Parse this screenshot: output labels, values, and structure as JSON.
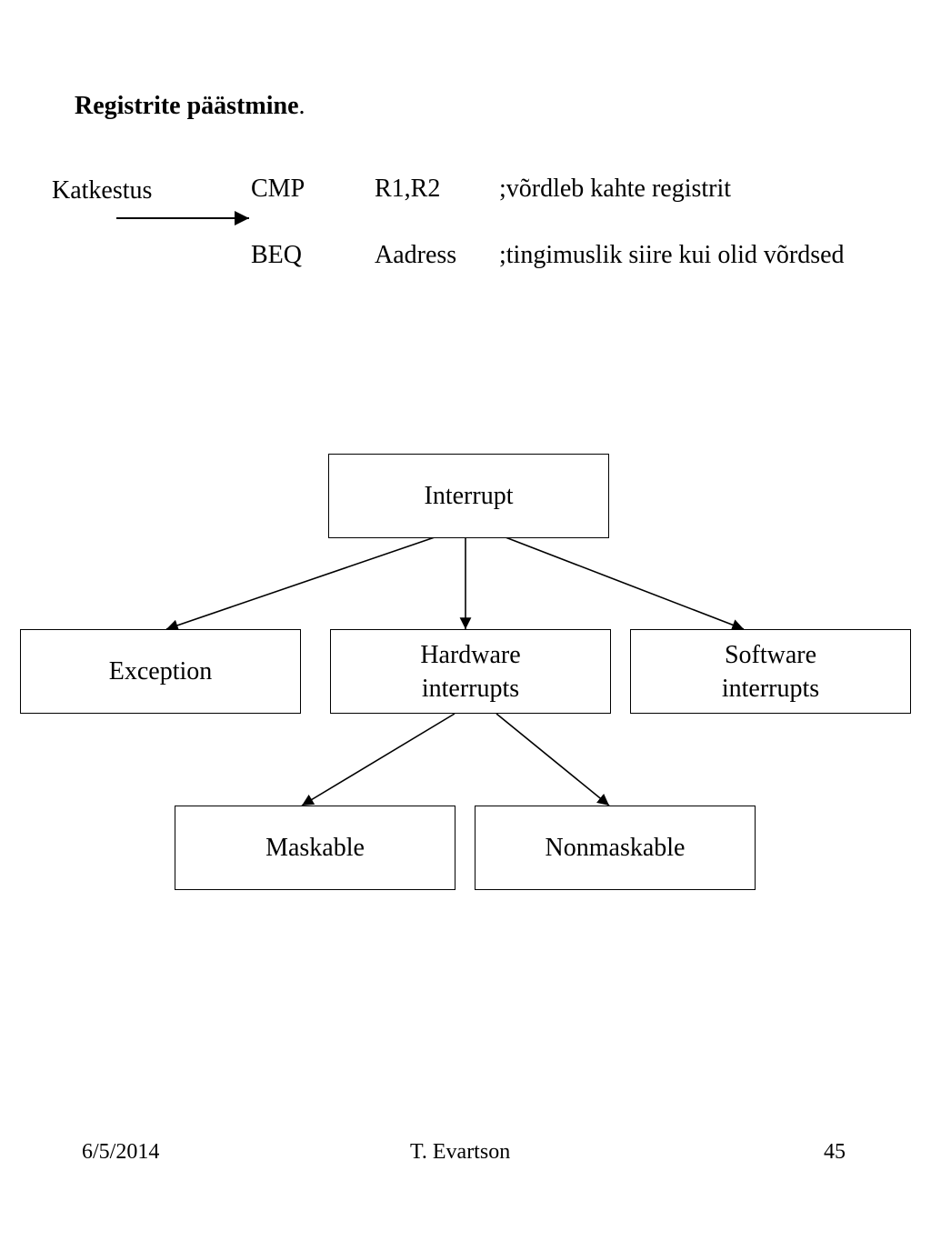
{
  "heading": {
    "title": "Registrite päästmine",
    "title_suffix": "."
  },
  "code_block": {
    "label": "Katkestus",
    "rows": [
      {
        "op": "CMP",
        "arg": "R1,R2",
        "comment": ";võrdleb kahte registrit"
      },
      {
        "op": "BEQ",
        "arg": "Aadress",
        "comment": ";tingimuslik siire kui olid võrdsed"
      }
    ]
  },
  "diagram": {
    "root": "Interrupt",
    "level1": {
      "exception": "Exception",
      "hardware_line1": "Hardware",
      "hardware_line2": "interrupts",
      "software_line1": "Software",
      "software_line2": "interrupts"
    },
    "level2": {
      "maskable": "Maskable",
      "nonmaskable": "Nonmaskable"
    },
    "edges": [
      {
        "from": "Interrupt",
        "to": "Exception"
      },
      {
        "from": "Interrupt",
        "to": "Hardware interrupts"
      },
      {
        "from": "Interrupt",
        "to": "Software interrupts"
      },
      {
        "from": "Hardware interrupts",
        "to": "Maskable"
      },
      {
        "from": "Hardware interrupts",
        "to": "Nonmaskable"
      }
    ]
  },
  "footer": {
    "date": "6/5/2014",
    "author": "T. Evartson",
    "page": "45"
  }
}
